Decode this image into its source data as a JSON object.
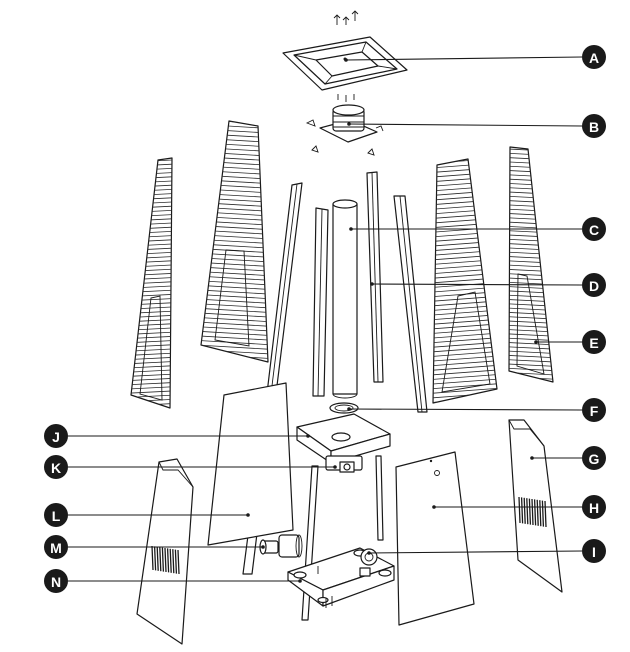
{
  "diagram": {
    "callouts": [
      {
        "id": "A",
        "label": "A"
      },
      {
        "id": "B",
        "label": "B"
      },
      {
        "id": "C",
        "label": "C"
      },
      {
        "id": "D",
        "label": "D"
      },
      {
        "id": "E",
        "label": "E"
      },
      {
        "id": "F",
        "label": "F"
      },
      {
        "id": "G",
        "label": "G"
      },
      {
        "id": "H",
        "label": "H"
      },
      {
        "id": "I",
        "label": "I"
      },
      {
        "id": "J",
        "label": "J"
      },
      {
        "id": "K",
        "label": "K"
      },
      {
        "id": "L",
        "label": "L"
      },
      {
        "id": "M",
        "label": "M"
      },
      {
        "id": "N",
        "label": "N"
      }
    ]
  }
}
